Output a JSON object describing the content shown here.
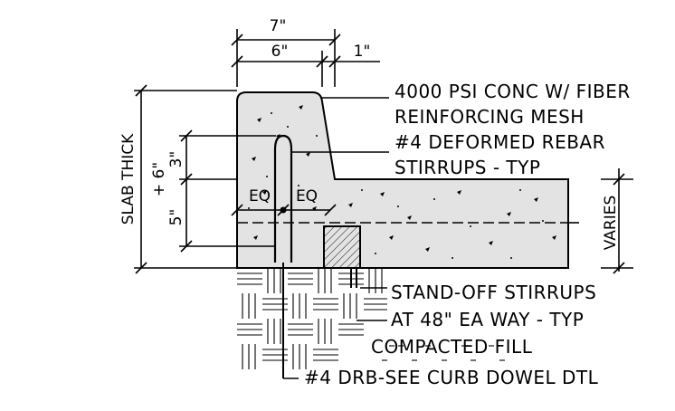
{
  "dimensions": {
    "overall_width": "7\"",
    "curb_width": "6\"",
    "offset": "1\"",
    "slab_thick_stack": [
      "SLAB THICK",
      "+ 6\""
    ],
    "lower_dim": "5\"",
    "upper_dim": "3\"",
    "eq_left": "EQ",
    "eq_right": "EQ",
    "varies": "VARIES"
  },
  "callouts": {
    "conc_line1": "4000 PSI CONC W/ FIBER",
    "conc_line2": "REINFORCING MESH",
    "rebar_line1": "#4 DEFORMED REBAR",
    "rebar_line2": "STIRRUPS - TYP",
    "standoff_line1": "STAND-OFF STIRRUPS",
    "standoff_line2": "AT 48\" EA WAY - TYP",
    "fill": "COMPACTED FILL",
    "dowel": "#4 DRB-SEE CURB DOWEL DTL"
  }
}
